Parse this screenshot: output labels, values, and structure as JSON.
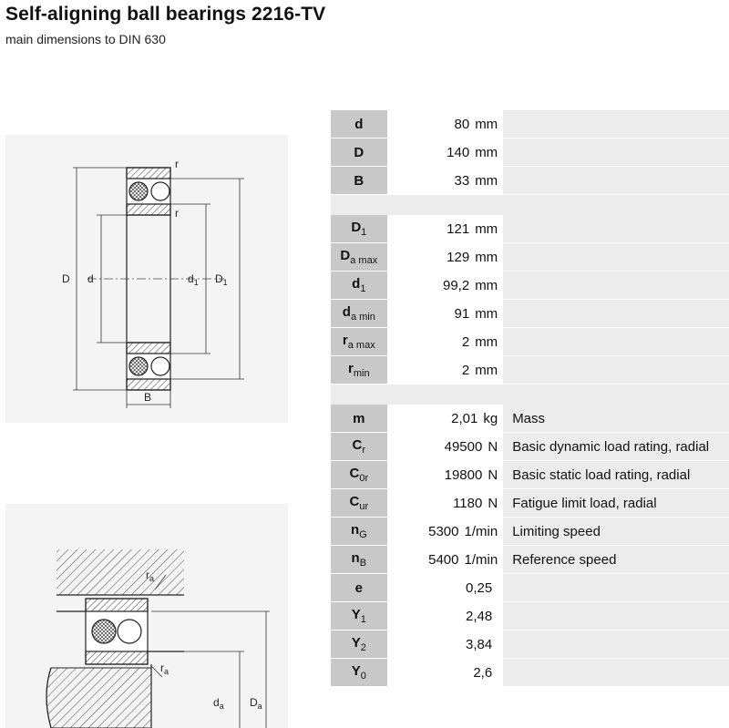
{
  "header": {
    "title": "Self-aligning ball bearings 2216-TV",
    "subtitle": "main dimensions to DIN 630"
  },
  "drawing1": {
    "labels": {
      "D": "D",
      "d": "d",
      "d1": "d",
      "d1_sub": "1",
      "D1": "D",
      "D1_sub": "1",
      "B": "B",
      "r_top": "r",
      "r_inner": "r"
    }
  },
  "drawing2": {
    "labels": {
      "ra_top": "r",
      "ra_top_sub": "a",
      "ra_bottom": "r",
      "ra_bottom_sub": "a",
      "da": "d",
      "da_sub": "a",
      "Da": "D",
      "Da_sub": "a"
    }
  },
  "groups": [
    {
      "rows": [
        {
          "sym": "d",
          "sub": "",
          "value": "80",
          "unit": "mm",
          "desc": ""
        },
        {
          "sym": "D",
          "sub": "",
          "value": "140",
          "unit": "mm",
          "desc": ""
        },
        {
          "sym": "B",
          "sub": "",
          "value": "33",
          "unit": "mm",
          "desc": ""
        }
      ]
    },
    {
      "rows": [
        {
          "sym": "D",
          "sub": "1",
          "value": "121",
          "unit": "mm",
          "desc": ""
        },
        {
          "sym": "D",
          "sub": "a max",
          "value": "129",
          "unit": "mm",
          "desc": ""
        },
        {
          "sym": "d",
          "sub": "1",
          "value": "99,2",
          "unit": "mm",
          "desc": ""
        },
        {
          "sym": "d",
          "sub": "a min",
          "value": "91",
          "unit": "mm",
          "desc": ""
        },
        {
          "sym": "r",
          "sub": "a max",
          "value": "2",
          "unit": "mm",
          "desc": ""
        },
        {
          "sym": "r",
          "sub": "min",
          "value": "2",
          "unit": "mm",
          "desc": ""
        }
      ]
    },
    {
      "rows": [
        {
          "sym": "m",
          "sub": "",
          "value": "2,01",
          "unit": "kg",
          "desc": "Mass"
        },
        {
          "sym": "C",
          "sub": "r",
          "value": "49500",
          "unit": "N",
          "desc": "Basic dynamic load rating, radial"
        },
        {
          "sym": "C",
          "sub": "0r",
          "value": "19800",
          "unit": "N",
          "desc": "Basic static load rating, radial"
        },
        {
          "sym": "C",
          "sub": "ur",
          "value": "1180",
          "unit": "N",
          "desc": "Fatigue limit load, radial"
        },
        {
          "sym": "n",
          "sub": "G",
          "value": "5300",
          "unit": "1/min",
          "desc": "Limiting speed"
        },
        {
          "sym": "n",
          "sub": "B",
          "value": "5400",
          "unit": "1/min",
          "desc": "Reference speed"
        },
        {
          "sym": "e",
          "sub": "",
          "value": "0,25",
          "unit": "",
          "desc": ""
        },
        {
          "sym": "Y",
          "sub": "1",
          "value": "2,48",
          "unit": "",
          "desc": ""
        },
        {
          "sym": "Y",
          "sub": "2",
          "value": "3,84",
          "unit": "",
          "desc": ""
        },
        {
          "sym": "Y",
          "sub": "0",
          "value": "2,6",
          "unit": "",
          "desc": ""
        }
      ]
    }
  ]
}
